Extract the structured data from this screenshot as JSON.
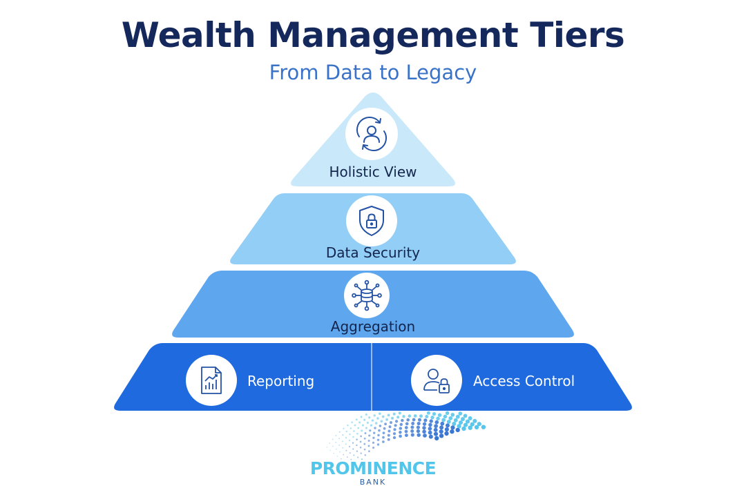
{
  "title": "Wealth Management Tiers",
  "subtitle": "From Data to Legacy",
  "tiers": [
    {
      "label": "Holistic View",
      "icon": "person-cycle-icon"
    },
    {
      "label": "Data Security",
      "icon": "shield-lock-icon"
    },
    {
      "label": "Aggregation",
      "icon": "database-network-icon"
    }
  ],
  "base": [
    {
      "label": "Reporting",
      "icon": "report-chart-icon"
    },
    {
      "label": "Access Control",
      "icon": "user-lock-icon"
    }
  ],
  "logo": {
    "name": "PROMINENCE",
    "sub": "BANK"
  },
  "colors": {
    "title": "#14285c",
    "subtitle": "#3a72c8",
    "tier_top": "#c9e9fb",
    "tier_second": "#92cef6",
    "tier_third": "#5ea7ef",
    "tier_base": "#1f6ade",
    "icon_stroke": "#2352a5"
  }
}
